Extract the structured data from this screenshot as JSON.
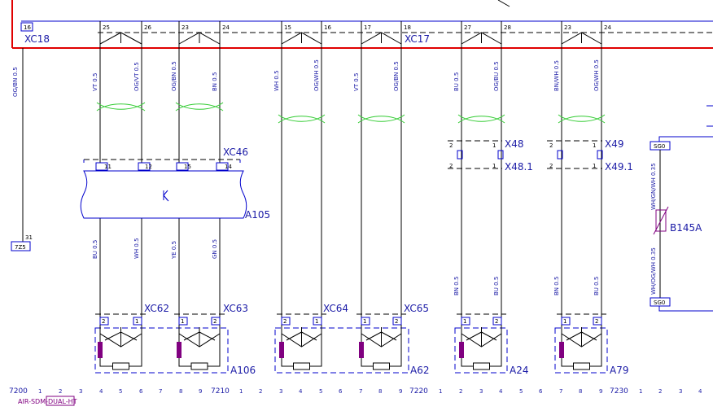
{
  "colors": {
    "wire": "#000000",
    "frame": "#0000cc",
    "bus": "#e00000",
    "twist": "#33cc33",
    "label": "#1a1aa6",
    "fuse": "#800080"
  },
  "connectors": {
    "xc18": {
      "label": "XC18",
      "pin": "16",
      "wire": "OG/BN 0.5",
      "end_pin": "31",
      "ground": "7Z5"
    },
    "xc17": {
      "label": "XC17"
    },
    "xc46": {
      "label": "XC46",
      "pins": [
        "11",
        "12",
        "15",
        "14"
      ]
    },
    "top_pins": [
      "25",
      "26",
      "23",
      "24",
      "15",
      "16",
      "17",
      "18",
      "27",
      "28",
      "23",
      "24"
    ],
    "x48": {
      "label": "X48",
      "sub_label": "X48.1",
      "pins": [
        "2",
        "1",
        "2",
        "1"
      ]
    },
    "x49": {
      "label": "X49",
      "sub_label": "X49.1",
      "pins": [
        "2",
        "1",
        "2",
        "1"
      ]
    },
    "xc62": {
      "label": "XC62",
      "pins": [
        "2",
        "1"
      ]
    },
    "xc63": {
      "label": "XC63",
      "pins": [
        "1",
        "2"
      ]
    },
    "xc64": {
      "label": "XC64",
      "pins": [
        "2",
        "1"
      ]
    },
    "xc65": {
      "label": "XC65",
      "pins": [
        "1",
        "2"
      ]
    },
    "a24_pins": [
      "1",
      "2"
    ],
    "a79_pins": [
      "1",
      "2"
    ]
  },
  "modules": {
    "a105": "A105",
    "a106": "A106",
    "a62": "A62",
    "a24": "A24",
    "a79": "A79",
    "b145a": "B145A"
  },
  "wires": {
    "upper": [
      "VT 0.5",
      "OG/VT 0.5",
      "OG/BN 0.5",
      "BN 0.5",
      "WH 0.5",
      "OG/WH 0.5",
      "VT 0.5",
      "OG/BN 0.5",
      "BU 0.5",
      "OG/BU 0.5",
      "BN/WH 0.5",
      "OG/WH 0.5"
    ],
    "lower": [
      "BU 0.5",
      "WH 0.5",
      "YE 0.5",
      "GN 0.5",
      "BN 0.5",
      "BU 0.5",
      "BN 0.5",
      "BU 0.5"
    ],
    "b145a": {
      "top": "WH/GN/WH 0.35",
      "bottom": "WH/OG/WH 0.35",
      "terminal_top": "SG0",
      "terminal_bottom": "SG0"
    }
  },
  "grid": {
    "labels": [
      "7200",
      "1",
      "2",
      "3",
      "4",
      "5",
      "6",
      "7",
      "8",
      "9",
      "7210",
      "1",
      "2",
      "3",
      "4",
      "5",
      "6",
      "7",
      "8",
      "9",
      "7220",
      "1",
      "2",
      "3",
      "4",
      "5",
      "6",
      "7",
      "8",
      "9",
      "7230",
      "1",
      "2",
      "3",
      "4"
    ],
    "diagram_name": "AIR-SDM-DUAL-HT"
  }
}
